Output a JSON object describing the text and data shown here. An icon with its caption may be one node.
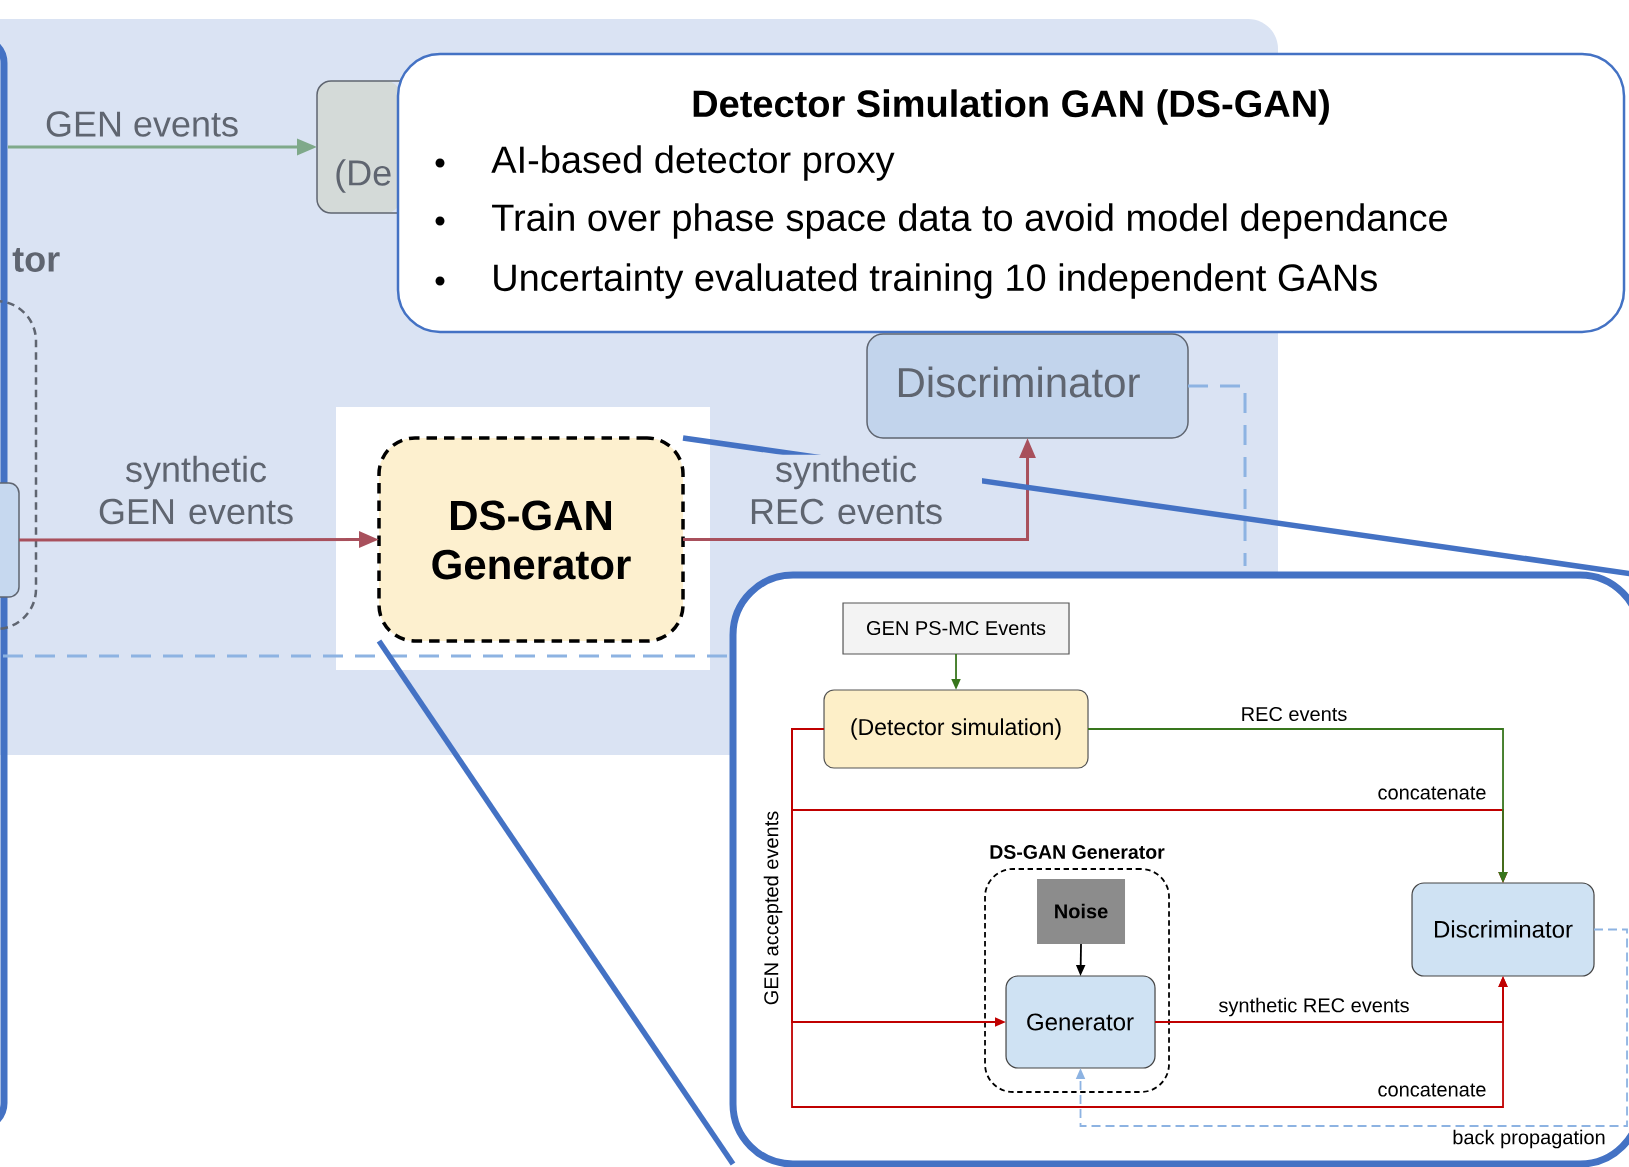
{
  "diagram": {
    "nodes": [
      {
        "text": [
          "(De"
        ]
      },
      {
        "text": [
          "Detector Simulation GAN (DS-GAN)",
          "AI-based detector proxy",
          "Train over phase space data to avoid model dependance",
          "Uncertainty evaluated training 10 independent GANs"
        ]
      },
      {
        "text": [
          "tor"
        ]
      },
      {
        "text": [],
        "shape": "box",
        "in": 2
      },
      {
        "text": [
          "Discriminator"
        ]
      },
      {
        "text": [
          "DS-GAN Generator"
        ]
      },
      {
        "text": [],
        "shape": "box"
      },
      {
        "text": [
          "GEN PS-MC Events"
        ],
        "in": 6
      },
      {
        "text": [
          "(Detector simulation)"
        ],
        "in": 6
      },
      {
        "text": [
          "DS-GAN Generator"
        ],
        "in": 6
      },
      {
        "text": [
          "Noise"
        ],
        "in": 9
      },
      {
        "text": [
          "Generator"
        ],
        "in": 9
      },
      {
        "text": [
          "Discriminator"
        ],
        "in": 6
      }
    ],
    "edges": [
      {
        "from": null,
        "to": 0,
        "arrow": "to",
        "label": "GEN events",
        "color": "#7fa98a"
      },
      {
        "from": 3,
        "to": 5,
        "arrow": "to",
        "label": "synthetic GEN events",
        "color": "#a8505c"
      },
      {
        "from": 5,
        "to": 4,
        "arrow": "to",
        "label": "synthetic REC events",
        "color": "#a8505c"
      },
      {
        "from": 4,
        "to": null,
        "arrow": "none",
        "style": "dashed",
        "color": "#8db3e2"
      },
      {
        "from": 5,
        "to": 6,
        "arrow": "none",
        "style": "thick",
        "color": "#4472c4"
      },
      {
        "from": 5,
        "to": 6,
        "arrow": "none",
        "style": "thick",
        "color": "#4472c4"
      },
      {
        "from": 7,
        "to": 8,
        "arrow": "to",
        "color": "#38761d"
      },
      {
        "from": 8,
        "to": 12,
        "arrow": "to",
        "label": "concatenate"
      },
      {
        "from": 8,
        "to": 12,
        "arrow": "to",
        "label": "REC events",
        "color": "#38761d"
      },
      {
        "from": 8,
        "to": 11,
        "arrow": "to",
        "label": "GEN accepted events"
      },
      {
        "from": 8,
        "to": 12,
        "arrow": "to",
        "label": "concatenate"
      },
      {
        "from": 10,
        "to": 11,
        "arrow": "to",
        "color": "#000000"
      },
      {
        "from": 11,
        "to": 12,
        "arrow": "to",
        "label": "synthetic REC events"
      },
      {
        "from": 12,
        "to": 11,
        "arrow": "to",
        "label": "back propagation",
        "style": "dashed",
        "color": "#8db3e2"
      }
    ]
  }
}
